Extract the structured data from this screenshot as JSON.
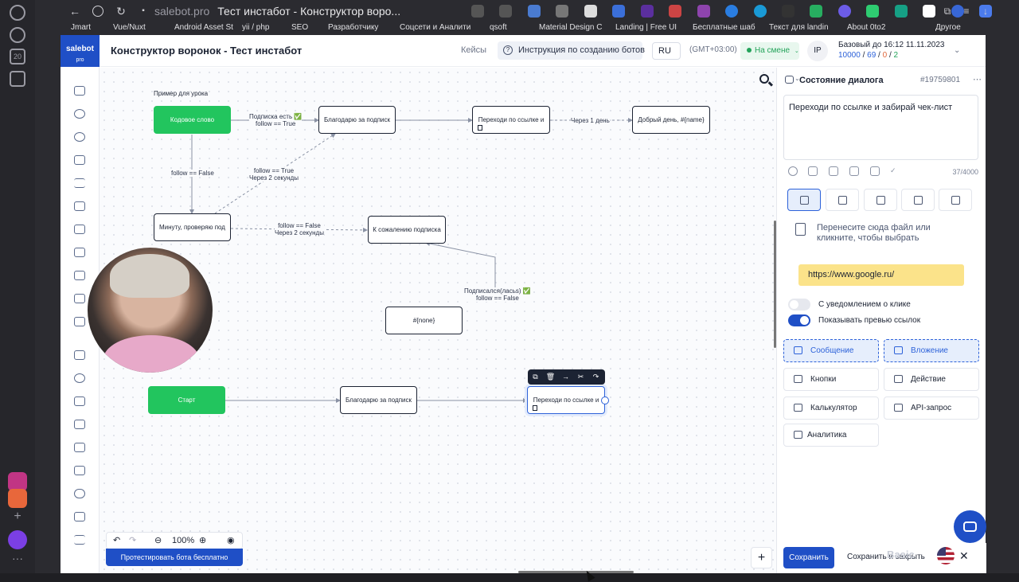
{
  "browser": {
    "host": "salebot.pro",
    "tab_title": "Тест инстабот - Конструктор воро...",
    "bookmarks": [
      "Jmart",
      "Vue/Nuxt",
      "Android Asset St",
      "yii / php",
      "SEO",
      "Разработчику",
      "Соцсети и Аналити",
      "qsoft",
      "Material Design C",
      "Landing | Free UI",
      "Бесплатные шаб",
      "Текст для landin",
      "About 0to2",
      "Другое"
    ]
  },
  "left_rail": {
    "badge_number": "20"
  },
  "app": {
    "logo": "salebot",
    "logo_sub": "pro",
    "title": "Конструктор воронок - Тест инстабот",
    "cases": "Кейсы",
    "help": "Инструкция по созданию ботов",
    "lang": "RU",
    "timezone": "(GMT+03:00)",
    "status": "На смене",
    "avatar": "IP",
    "plan_line1": "Базовый до 16:12 11.11.2023",
    "plan_a": "10000",
    "plan_b": "69",
    "plan_c": "0",
    "plan_d": "2"
  },
  "canvas": {
    "group_label": "Пример для урока",
    "nodes": {
      "n1": "Кодовое слово",
      "n2": "Благодарю за подписк",
      "n3": "Переходи по ссылке и",
      "n4": "Добрый день, #{name}",
      "n5": "Минуту, проверяю под",
      "n6": "К сожалению подписка",
      "n7": "#{none}",
      "n8": "Старт",
      "n9": "Благодарю за подписк",
      "n10": "Переходи по ссылке и"
    },
    "edges": {
      "e1a": "Подписка есть ✅",
      "e1b": "follow == True",
      "e2": "Через 1 день",
      "e3": "follow == False",
      "e4a": "follow == True",
      "e4b": "Через 2 секунды",
      "e5a": "follow == False",
      "e5b": "Через 2 секунды",
      "e6a": "Подписался(ласьs) ✅",
      "e6b": "follow == False"
    },
    "zoom": "100%",
    "test_button": "Протестировать бота бесплатно"
  },
  "panel": {
    "header": "Состояние диалога",
    "id": "#19759801",
    "message": "Переходи по ссылке и забирай чек-лист",
    "char_count": "37/4000",
    "drop_line1": "Перенесите сюда файл или",
    "drop_line2": "кликните, чтобы выбрать",
    "url": "https://www.google.ru/",
    "toggle1": "С уведомлением о клике",
    "toggle2": "Показывать превью ссылок",
    "blocks": [
      "Сообщение",
      "Вложение",
      "Кнопки",
      "Действие",
      "Калькулятор",
      "API-запрос",
      "Аналитика"
    ],
    "save": "Сохранить",
    "save_close": "Сохранить и закрыть",
    "watermark": "Basic"
  }
}
